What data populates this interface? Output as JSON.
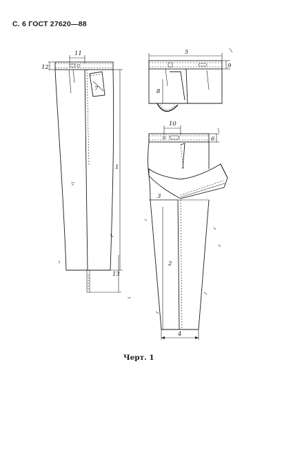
{
  "page": {
    "header": "С. 6 ГОСТ 27620—88",
    "caption": "Черт. 1"
  },
  "dimensions": {
    "d11": "11",
    "d12": "12",
    "d7": "7",
    "d1": "1",
    "d13": "13",
    "d5": "5",
    "d9": "9",
    "d8": "8",
    "d10": "10",
    "d6": "6",
    "d3": "3",
    "d2": "2",
    "d4": "4"
  }
}
